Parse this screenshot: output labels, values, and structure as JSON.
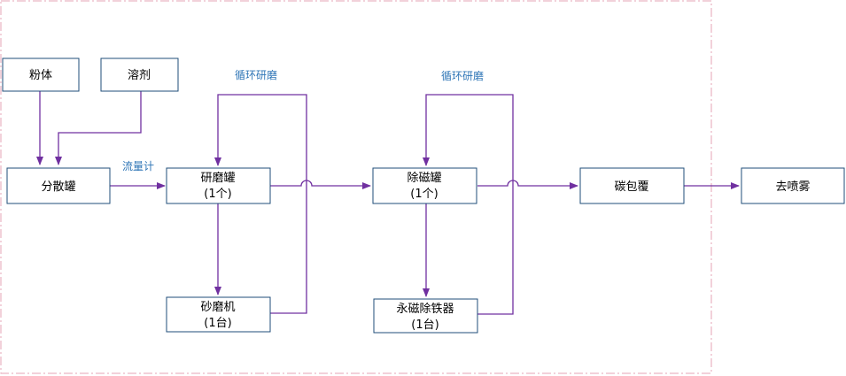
{
  "colors": {
    "line": "#7030a0",
    "box_border": "#1f4e79",
    "note_text": "#2e75b6",
    "frame": "#e6a3b5"
  },
  "boxes": {
    "powder": {
      "line1": "粉体"
    },
    "solvent": {
      "line1": "溶剂"
    },
    "dispersion": {
      "line1": "分散罐"
    },
    "grinding_tank": {
      "line1": "研磨罐",
      "line2": "(1个)"
    },
    "sand_mill": {
      "line1": "砂磨机",
      "line2": "(1台)"
    },
    "demag_tank": {
      "line1": "除磁罐",
      "line2": "(1个)"
    },
    "magnet": {
      "line1": "永磁除铁器",
      "line2": "(1台)"
    },
    "carbon": {
      "line1": "碳包覆"
    },
    "spray": {
      "line1": "去喷雾"
    }
  },
  "notes": {
    "flowmeter": "流量计",
    "cycle_left": "循环研磨",
    "cycle_right": "循环研磨"
  }
}
